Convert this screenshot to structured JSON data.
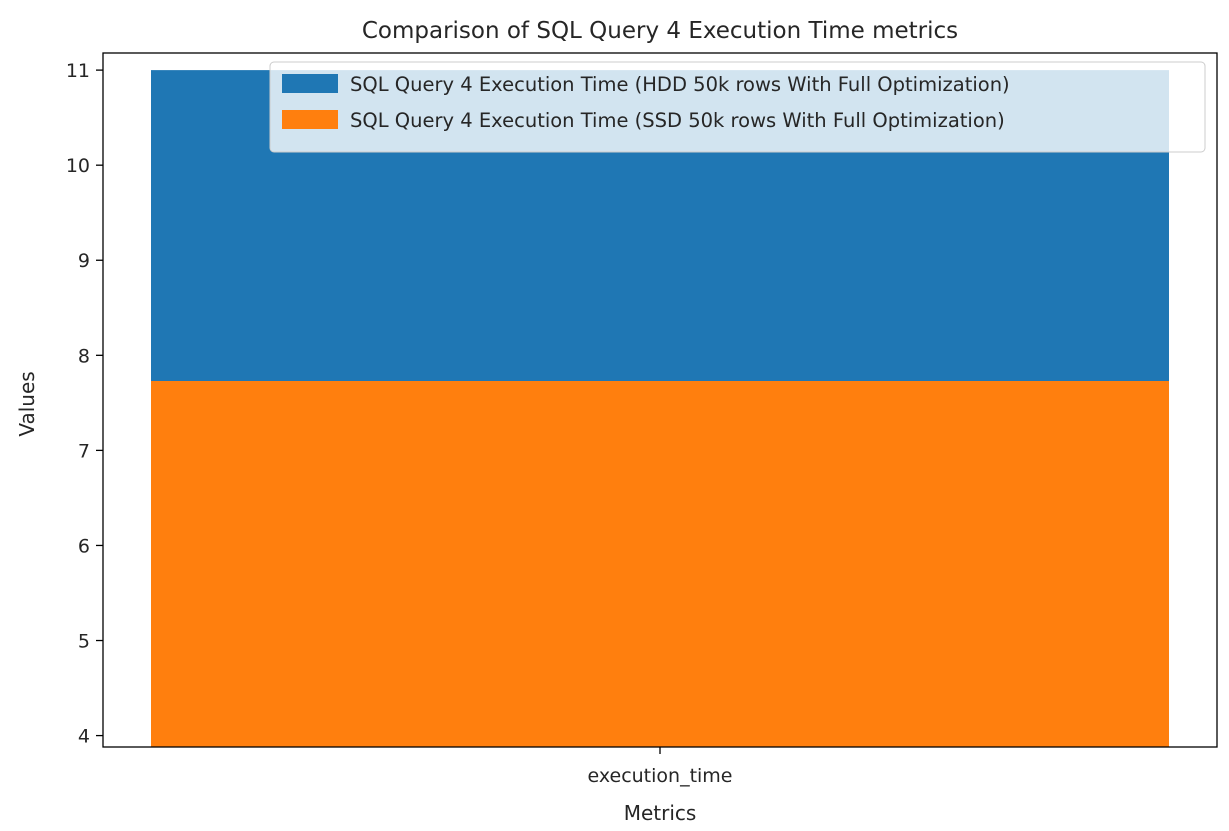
{
  "chart_data": {
    "type": "bar",
    "title": "Comparison of SQL Query 4 Execution Time metrics",
    "xlabel": "Metrics",
    "ylabel": "Values",
    "categories": [
      "execution_time"
    ],
    "ylim": [
      3.88,
      11.18
    ],
    "yticks": [
      4,
      5,
      6,
      7,
      8,
      9,
      10,
      11
    ],
    "grid": false,
    "legend_placement": "top-right",
    "series": [
      {
        "name": "SQL Query 4 Execution Time (HDD 50k rows With Full Optimization)",
        "values": [
          11.0
        ],
        "color": "#1f77b4"
      },
      {
        "name": "SQL Query 4 Execution Time (SSD 50k rows With Full Optimization)",
        "values": [
          7.73
        ],
        "color": "#ff7f0e"
      }
    ]
  }
}
